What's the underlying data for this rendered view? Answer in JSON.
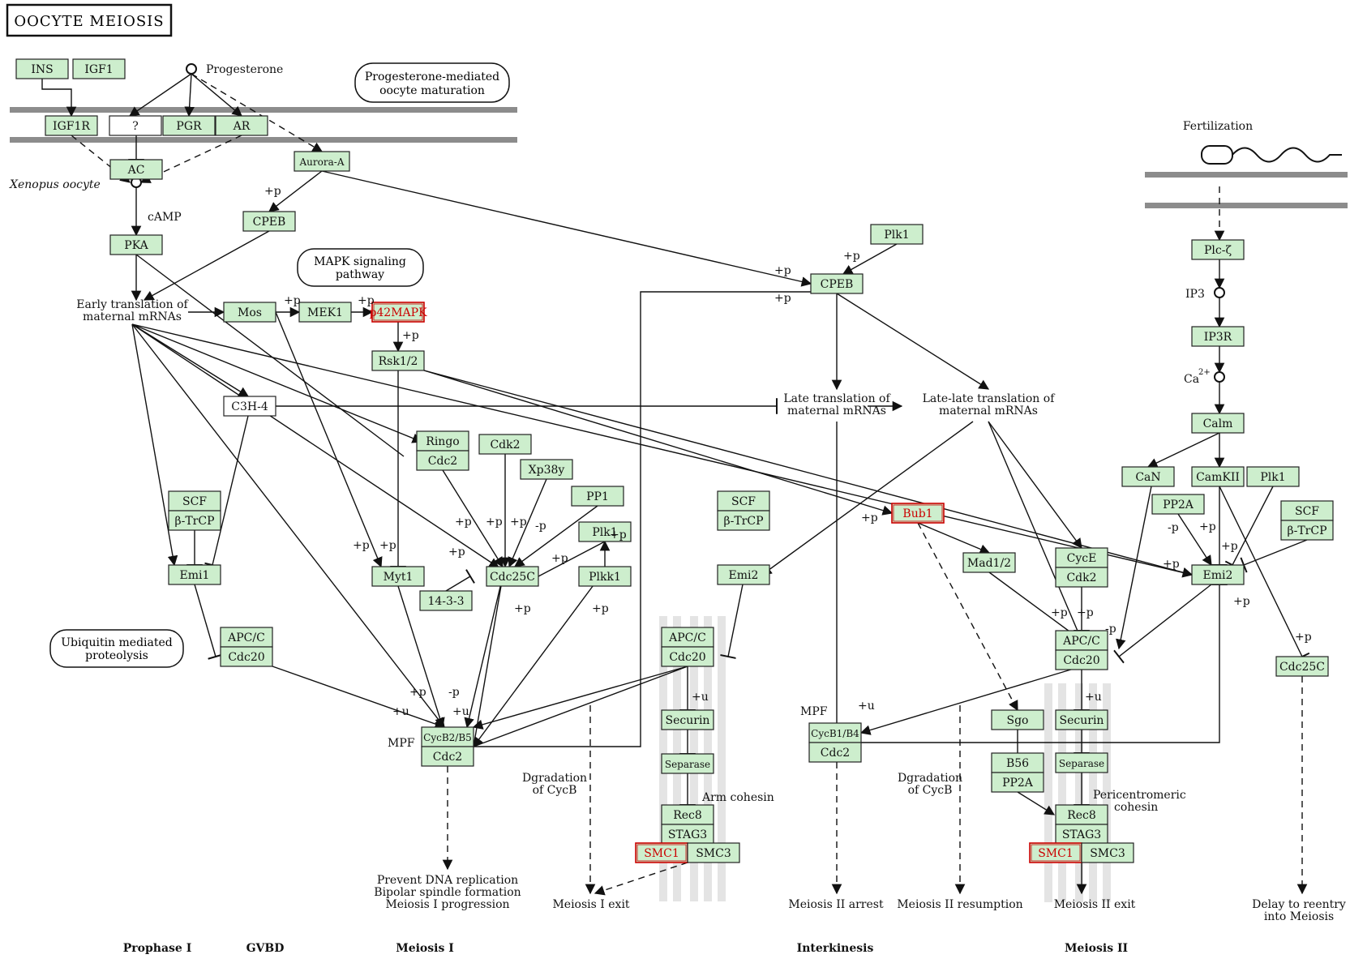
{
  "title": "OOCYTE MEIOSIS",
  "colors": {
    "node_fill": "#bfffbf",
    "node_fill_soft": "#cdeecd",
    "node_border": "#222222",
    "highlight": "#cc0000",
    "membrane": "#8c8c8c",
    "chromosome": "#e2e2e2",
    "line": "#111111"
  },
  "nodes": {
    "ins": "INS",
    "igf1": "IGF1",
    "igf1r": "IGF1R",
    "unknown_receptor": "?",
    "pgr": "PGR",
    "ar": "AR",
    "ac": "AC",
    "aurora_a": "Aurora-A",
    "pka": "PKA",
    "cpeb_a": "CPEB",
    "cpeb_b": "CPEB",
    "mos": "Mos",
    "mek1": "MEK1",
    "p42mapk": "p42MAPK",
    "rsk": "Rsk1/2",
    "c3h4": "C3H-4",
    "ringo": "Ringo",
    "cdc2_ringo": "Cdc2",
    "cdk2_a": "Cdk2",
    "xp38y": "Xp38y",
    "pp1": "PP1",
    "plk1_a": "Plk1",
    "plkk1": "Plkk1",
    "cdc25c_a": "Cdc25C",
    "n1433": "14-3-3",
    "myt1": "Myt1",
    "scf_a": "SCF",
    "btrcp_a": "β-TrCP",
    "emi1": "Emi1",
    "apcc_a": "APC/C",
    "cdc20_a": "Cdc20",
    "cycb2b5": "CycB2/B5",
    "cdc2_a": "Cdc2",
    "scf_b": "SCF",
    "btrcp_b": "β-TrCP",
    "emi2_a": "Emi2",
    "apcc_b": "APC/C",
    "cdc20_b": "Cdc20",
    "securin_a": "Securin",
    "separase_a": "Separase",
    "rec8_a": "Rec8",
    "stag3_a": "STAG3",
    "smc1_a": "SMC1",
    "smc3_a": "SMC3",
    "plk1_b": "Plk1",
    "bub1": "Bub1",
    "mad12": "Mad1/2",
    "cyce": "CycE",
    "cdk2_b": "Cdk2",
    "apcc_c": "APC/C",
    "cdc20_c": "Cdc20",
    "sgo": "Sgo",
    "securin_b": "Securin",
    "b56": "B56",
    "pp2a_a": "PP2A",
    "separase_b": "Separase",
    "rec8_b": "Rec8",
    "stag3_b": "STAG3",
    "smc1_b": "SMC1",
    "smc3_b": "SMC3",
    "cycb1b4": "CycB1/B4",
    "cdc2_b": "Cdc2",
    "plc": "Plc-ζ",
    "ip3r": "IP3R",
    "calm": "Calm",
    "can": "CaN",
    "camkii": "CamKII",
    "plk1_c": "Plk1",
    "pp2a_b": "PP2A",
    "scf_c": "SCF",
    "btrcp_c": "β-TrCP",
    "emi2_b": "Emi2",
    "cdc25c_b": "Cdc25C"
  },
  "pathway_links": {
    "progesterone_maturation": [
      "Progesterone-mediated",
      "oocyte maturation"
    ],
    "mapk": [
      "MAPK signaling",
      "pathway"
    ],
    "ubiquitin": [
      "Ubiquitin mediated",
      "proteolysis"
    ]
  },
  "labels": {
    "progesterone": "Progesterone",
    "xenopus": "Xenopus oocyte",
    "camp": "cAMP",
    "early_translation": [
      "Early translation of",
      "maternal mRNAs"
    ],
    "late_translation": [
      "Late translation of",
      "maternal mRNAs"
    ],
    "late_late_translation": [
      "Late-late translation of",
      "maternal mRNAs"
    ],
    "fertilization": "Fertilization",
    "ip3": "IP3",
    "ca": "Ca",
    "ca_superscript": "2+",
    "mpf_a": "MPF",
    "mpf_b": "MPF",
    "degradation_a": [
      "Dgradation",
      "of CycB"
    ],
    "degradation_b": [
      "Dgradation",
      "of CycB"
    ],
    "arm_cohesin": "Arm cohesin",
    "pericentromeric": [
      "Pericentromeric",
      "cohesin"
    ],
    "outcome_prevent": [
      "Prevent DNA replication",
      "Bipolar spindle formation",
      "Meiosis I progression"
    ],
    "meiosis1_exit": "Meiosis I exit",
    "meiosis2_arrest": "Meiosis II arrest",
    "meiosis2_resumption": "Meiosis II resumption",
    "meiosis2_exit": "Meiosis II exit",
    "delay_reentry": [
      "Delay to reentry",
      "into Meiosis"
    ]
  },
  "stages": [
    "Prophase I",
    "GVBD",
    "Meiosis I",
    "Interkinesis",
    "Meiosis II"
  ],
  "edge_labels": {
    "p": "+p",
    "neg_p": "-p",
    "u": "+u"
  }
}
